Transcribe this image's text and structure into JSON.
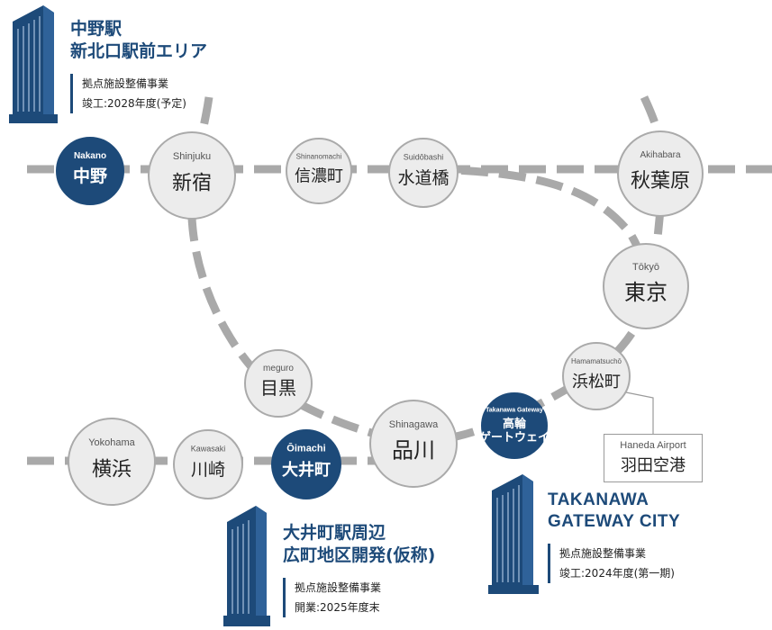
{
  "projects": {
    "nakano": {
      "title_lines": [
        "中野駅",
        "新北口駅前エリア"
      ],
      "info_lines": [
        "拠点施設整備事業",
        "竣工:2028年度(予定)"
      ],
      "icon": "building-tower-icon"
    },
    "takanawa": {
      "title_lines": [
        "TAKANAWA",
        "GATEWAY CITY"
      ],
      "info_lines": [
        "拠点施設整備事業",
        "竣工:2024年度(第一期)"
      ],
      "icon": "building-tower-icon"
    },
    "oimachi": {
      "title_lines": [
        "大井町駅周辺",
        "広町地区開発(仮称)"
      ],
      "info_lines": [
        "拠点施設整備事業",
        "開業:2025年度末"
      ],
      "icon": "building-tower-icon"
    }
  },
  "stations": [
    {
      "id": "nakano",
      "en": "Nakano",
      "ja": "中野",
      "highlight": true
    },
    {
      "id": "shinjuku",
      "en": "Shinjuku",
      "ja": "新宿",
      "highlight": false
    },
    {
      "id": "shinanomachi",
      "en": "Shinanomachi",
      "ja": "信濃町",
      "highlight": false
    },
    {
      "id": "suidobashi",
      "en": "Suidōbashi",
      "ja": "水道橋",
      "highlight": false
    },
    {
      "id": "akihabara",
      "en": "Akihabara",
      "ja": "秋葉原",
      "highlight": false
    },
    {
      "id": "tokyo",
      "en": "Tōkyō",
      "ja": "東京",
      "highlight": false
    },
    {
      "id": "hamamatsucho",
      "en": "Hamamatsuchō",
      "ja": "浜松町",
      "highlight": false
    },
    {
      "id": "takanawa_gateway",
      "en": "Takanawa Gateway",
      "ja": "高輪",
      "ja2": "ゲートウェイ",
      "highlight": true
    },
    {
      "id": "shinagawa",
      "en": "Shinagawa",
      "ja": "品川",
      "highlight": false
    },
    {
      "id": "meguro",
      "en": "meguro",
      "ja": "目黒",
      "highlight": false
    },
    {
      "id": "oimachi",
      "en": "Ōimachi",
      "ja": "大井町",
      "highlight": true
    },
    {
      "id": "kawasaki",
      "en": "Kawasaki",
      "ja": "川崎",
      "highlight": false
    },
    {
      "id": "yokohama",
      "en": "Yokohama",
      "ja": "横浜",
      "highlight": false
    }
  ],
  "airport": {
    "en": "Haneda Airport",
    "ja": "羽田空港"
  },
  "colors": {
    "navy": "#1d4a79",
    "rail": "#a9a9a9",
    "station_fill": "#ececec",
    "station_stroke": "#aaaaaa"
  }
}
